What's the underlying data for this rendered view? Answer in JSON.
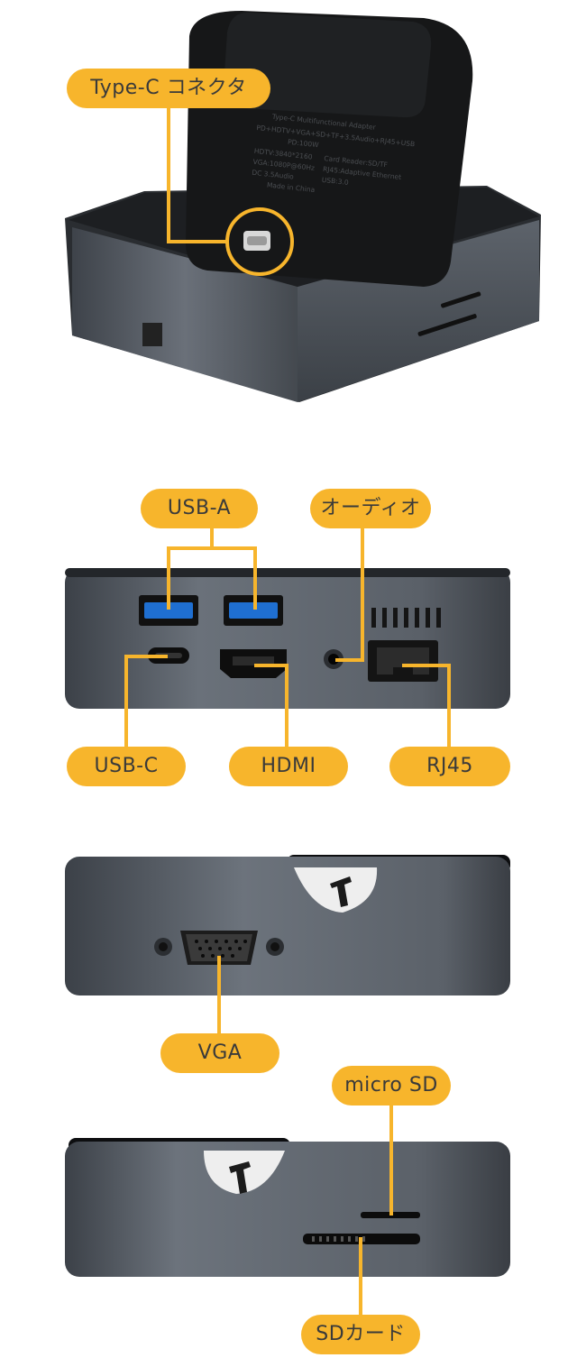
{
  "labels": {
    "type_c_connector": "Type-C コネクタ",
    "usb_a": "USB-A",
    "audio": "オーディオ",
    "usb_c": "USB-C",
    "hdmi": "HDMI",
    "rj45": "RJ45",
    "vga": "VGA",
    "micro_sd": "micro SD",
    "sd_card": "SDカード"
  },
  "adapter_plate": {
    "title": "Type-C Multifunctional Adapter",
    "line1": "PD+HDTV+VGA+SD+TF+3.5Audio+RJ45+USB",
    "line2": "PD:100W",
    "line3": "HDTV:3840*2160",
    "line4": "VGA:1080P@60Hz",
    "line5": "DC 3.5Audio",
    "line6": "Made in China",
    "line7": "Card Reader:SD/TF",
    "line8": "RJ45:Adaptive Ethernet",
    "line9": "USB:3.0"
  },
  "colors": {
    "accent": "#F7B52C",
    "body": "#4a5058",
    "usb_blue": "#1f6fd1"
  }
}
